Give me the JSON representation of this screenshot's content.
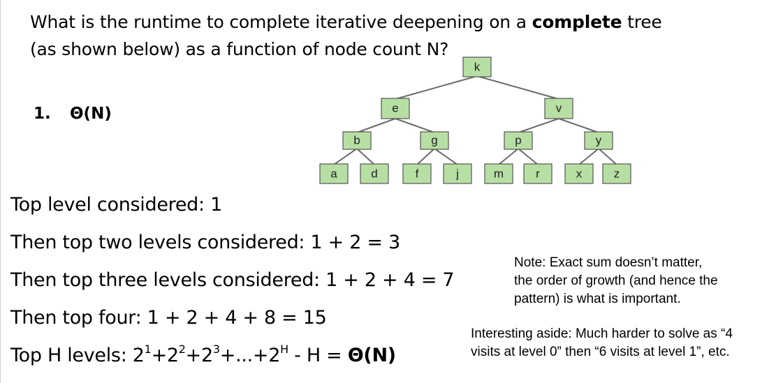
{
  "question": {
    "part1": "What is the runtime to complete iterative deepening on a ",
    "bold": "complete",
    "part2": " tree",
    "line2": "(as shown below) as a function of node count N?"
  },
  "answer": {
    "number": "1.",
    "text": "Θ(N)"
  },
  "tree": {
    "nodes": [
      "k",
      "e",
      "v",
      "b",
      "g",
      "p",
      "y",
      "a",
      "d",
      "f",
      "j",
      "m",
      "r",
      "x",
      "z"
    ],
    "colors": {
      "fill": "#b7dfa4",
      "stroke": "#555555",
      "edge": "#6b6b6b"
    }
  },
  "steps": {
    "s1": "Top level considered: 1",
    "s2": "Then top two levels considered: 1 + 2 = 3",
    "s3": "Then top three levels considered: 1 + 2 + 4 = 7",
    "s4": "Then top four: 1 + 2 + 4 + 8 = 15",
    "s5": {
      "prefix": "Top H levels: 2",
      "sup1": "1",
      "t1": "+2",
      "sup2": "2",
      "t2": "+2",
      "sup3": "3",
      "t3": "+...+2",
      "sup4": "H",
      "t4": " - H = ",
      "result": "Θ(N)"
    }
  },
  "note": {
    "line1": "Note: Exact sum doesn’t matter,",
    "line2": "the order of growth (and hence the",
    "line3": "pattern) is what is important."
  },
  "aside": {
    "line1": "Interesting aside: Much harder to solve as “4",
    "line2": "visits at level 0” then “6 visits at level 1”, etc."
  }
}
